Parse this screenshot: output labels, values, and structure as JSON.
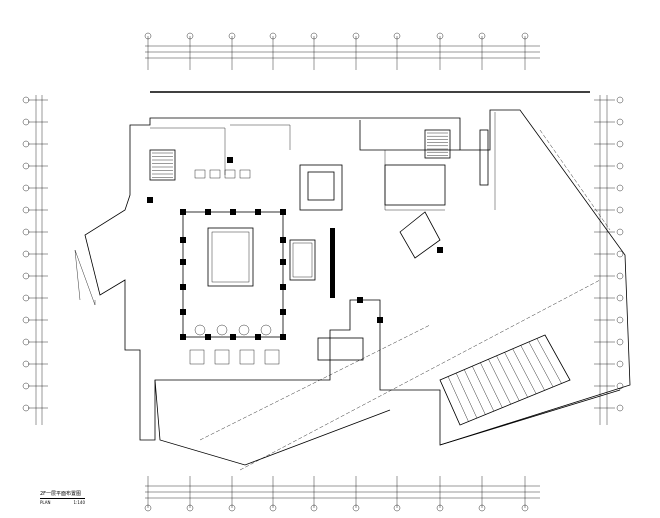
{
  "drawing": {
    "title": "2F一层平面布置图",
    "plan_label": "PLAN",
    "scale": "1:140"
  }
}
